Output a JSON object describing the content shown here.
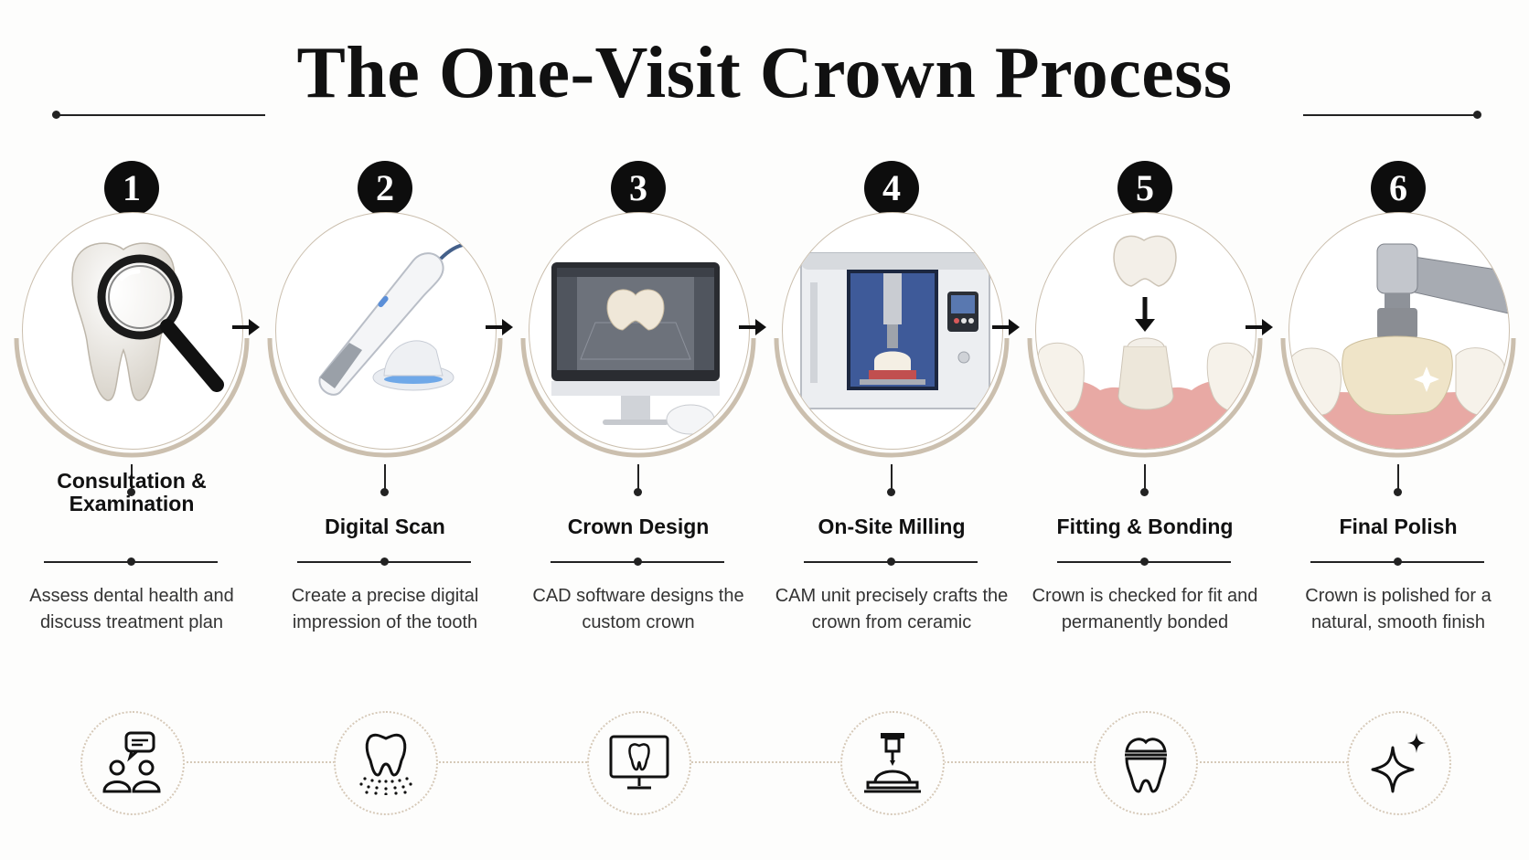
{
  "header": {
    "title": "The One-Visit Crown Process"
  },
  "steps": [
    {
      "number": "1",
      "title": "Consultation & Examination",
      "description": "Assess dental health and discuss treatment plan",
      "icon": "consultation-people-icon"
    },
    {
      "number": "2",
      "title": "Digital Scan",
      "description": "Create a precise digital impression of the tooth",
      "icon": "tooth-scan-icon"
    },
    {
      "number": "3",
      "title": "Crown Design",
      "description": "CAD software designs the custom crown",
      "icon": "monitor-tooth-icon"
    },
    {
      "number": "4",
      "title": "On-Site Milling",
      "description": "CAM unit precisely crafts the crown from ceramic",
      "icon": "milling-machine-icon"
    },
    {
      "number": "5",
      "title": "Fitting & Bonding",
      "description": "Crown is checked for fit and permanently bonded",
      "icon": "crown-tooth-icon"
    },
    {
      "number": "6",
      "title": "Final Polish",
      "description": "Crown is polished for a natural, smooth finish",
      "icon": "sparkle-icon"
    }
  ],
  "colors": {
    "accent": "#cbbfae",
    "dark": "#0d0d0d",
    "gum": "#e8a9a4",
    "tooth": "#f1ece2"
  }
}
